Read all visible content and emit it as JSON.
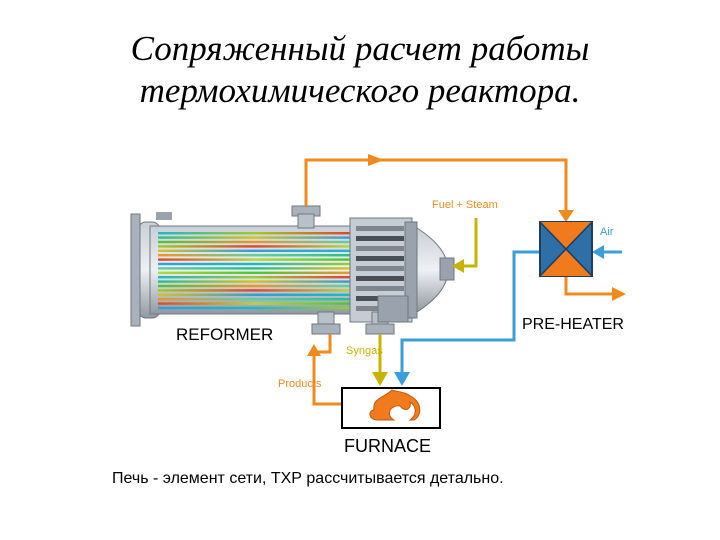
{
  "title": {
    "line1": "Сопряженный расчет работы",
    "line2": "термохимического реактора."
  },
  "diagram": {
    "labels": {
      "fuel_steam": "Fuel + Steam",
      "air": "Air",
      "reformer": "REFORMER",
      "pre_heater": "PRE-HEATER",
      "syngas": "Syngas",
      "products": "Products",
      "furnace": "FURNACE"
    },
    "colors": {
      "orange_pipe": "#f08a1c",
      "blue_pipe": "#3a9fd8",
      "olive_pipe": "#c8b400",
      "vessel_gray": "#9aa3ad",
      "preheater_blue": "#2f6fa8",
      "preheater_orange": "#f07a1c",
      "flame": "#f07a1c"
    }
  },
  "caption": "Печь - элемент сети, ТХР рассчитывается детально."
}
